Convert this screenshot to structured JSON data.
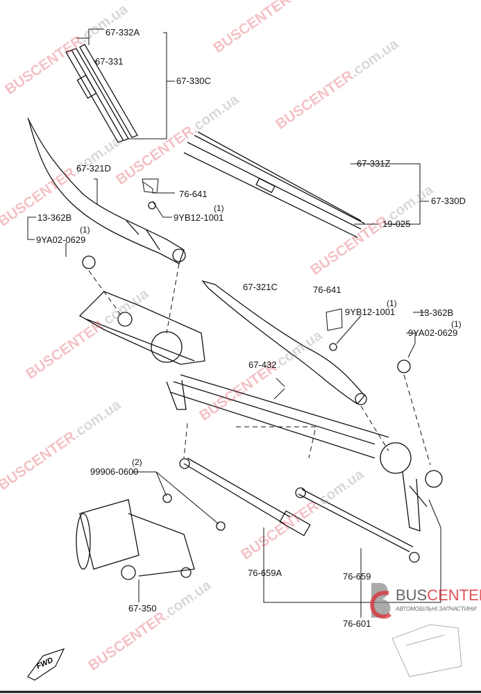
{
  "diagram": {
    "labels": [
      {
        "id": "67-332A",
        "text": "67-332A"
      },
      {
        "id": "67-331",
        "text": "67-331"
      },
      {
        "id": "67-330C",
        "text": "67-330C"
      },
      {
        "id": "67-321D",
        "text": "67-321D"
      },
      {
        "id": "76-641-left",
        "text": "76-641"
      },
      {
        "id": "9YB12-1001-left",
        "text": "9YB12-1001",
        "qty": "(1)"
      },
      {
        "id": "13-362B-left",
        "text": "13-362B"
      },
      {
        "id": "9YA02-0629-left",
        "text": "9YA02-0629",
        "qty": "(1)"
      },
      {
        "id": "67-331Z",
        "text": "67-331Z"
      },
      {
        "id": "67-330D",
        "text": "67-330D"
      },
      {
        "id": "19-025",
        "text": "19-025"
      },
      {
        "id": "67-321C",
        "text": "67-321C"
      },
      {
        "id": "76-641-right",
        "text": "76-641"
      },
      {
        "id": "9YB12-1001-right",
        "text": "9YB12-1001",
        "qty": "(1)"
      },
      {
        "id": "13-362B-right",
        "text": "13-362B"
      },
      {
        "id": "9YA02-0629-right",
        "text": "9YA02-0629",
        "qty": "(1)"
      },
      {
        "id": "67-432",
        "text": "67-432"
      },
      {
        "id": "99906-0600",
        "text": "99906-0600",
        "qty": "(2)"
      },
      {
        "id": "76-659A",
        "text": "76-659A"
      },
      {
        "id": "76-659",
        "text": "76-659"
      },
      {
        "id": "67-350",
        "text": "67-350"
      },
      {
        "id": "76-601",
        "text": "76-601"
      }
    ],
    "fwd": "FWD"
  },
  "watermark": {
    "brand": "BUSCENTER",
    "domain": ".com.ua"
  },
  "logo": {
    "name_part1": "BUS",
    "name_part2": "CENTER",
    "subtitle": "АВТОМОБІЛЬНІ ЗАПЧАСТИНИ"
  }
}
